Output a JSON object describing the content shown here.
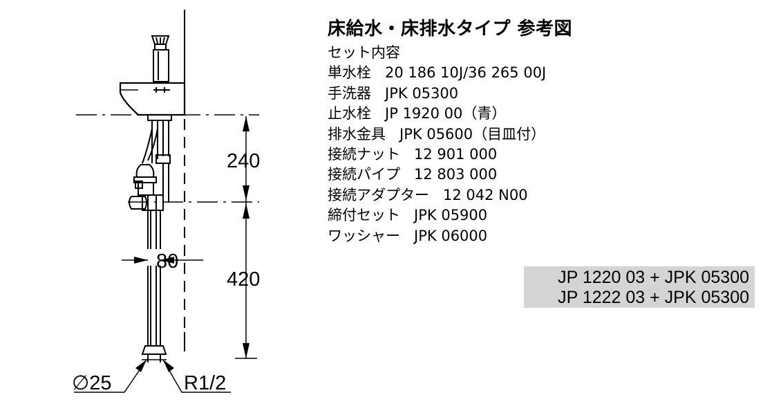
{
  "title": "床給水・床排水タイプ 参考図",
  "set_contents": {
    "heading": "セット内容",
    "items": [
      {
        "name": "単水栓",
        "code": "20 186 10J/36 265 00J"
      },
      {
        "name": "手洗器",
        "code": "JPK 05300"
      },
      {
        "name": "止水栓",
        "code": "JP 1920 00（青）"
      },
      {
        "name": "排水金具",
        "code": "JPK 05600（目皿付）"
      },
      {
        "name": "接続ナット",
        "code": "12 901 000"
      },
      {
        "name": "接続パイプ",
        "code": "12 803 000"
      },
      {
        "name": "接続アダプター",
        "code": "12 042 N00"
      },
      {
        "name": "締付セット",
        "code": "JPK 05900"
      },
      {
        "name": "ワッシャー",
        "code": "JPK 06000"
      }
    ]
  },
  "models": [
    "JP 1220 03 + JPK 05300",
    "JP 1222 03 + JPK 05300"
  ],
  "dimensions": {
    "upper_height": "240",
    "lower_height": "420",
    "width": "80",
    "diameter": "∅25",
    "thread": "R1/2"
  }
}
